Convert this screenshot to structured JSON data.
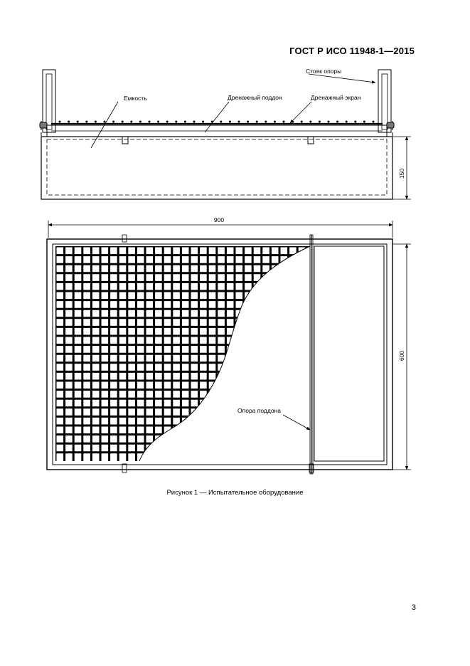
{
  "header": {
    "standard_id": "ГОСТ Р ИСО 11948-1—2015"
  },
  "figure": {
    "labels": {
      "support_stand": "Стояк опоры",
      "container": "Емкость",
      "drain_tray": "Дренажный поддон",
      "drain_screen": "Дренажный экран",
      "tray_support": "Опора поддона"
    },
    "dimensions": {
      "height": "150",
      "width": "900",
      "depth": "600"
    },
    "caption": "Рисунок 1 — Испытательное оборудование"
  },
  "page_number": "3"
}
